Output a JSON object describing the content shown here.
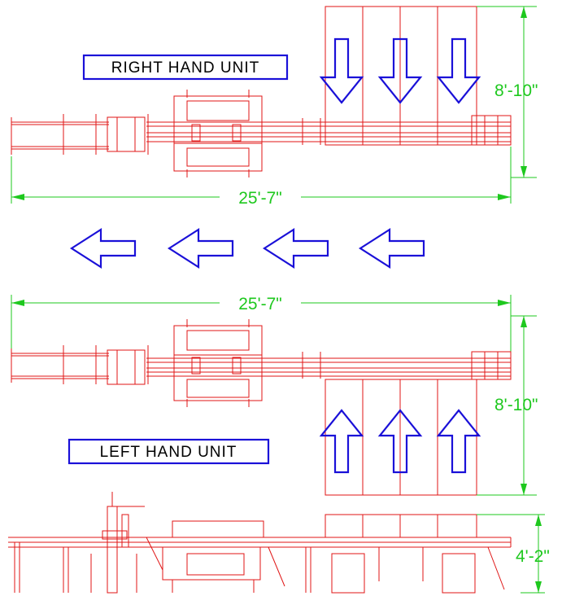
{
  "labels": {
    "right_unit": "RIGHT HAND UNIT",
    "left_unit": "LEFT HAND UNIT"
  },
  "dimensions": {
    "top_length": "25'-7\"",
    "top_width": "8'-10\"",
    "bottom_length": "25'-7\"",
    "bottom_width": "8'-10\"",
    "side_height": "4'-2\""
  },
  "colors": {
    "machine_lines": "#e01515",
    "dimension_lines": "#1ec81e",
    "arrows": "#1a10d8"
  },
  "icons": {
    "flow_arrow_left": "arrow-left-icon",
    "infeed_arrow_down": "arrow-down-icon",
    "infeed_arrow_up": "arrow-up-icon"
  }
}
